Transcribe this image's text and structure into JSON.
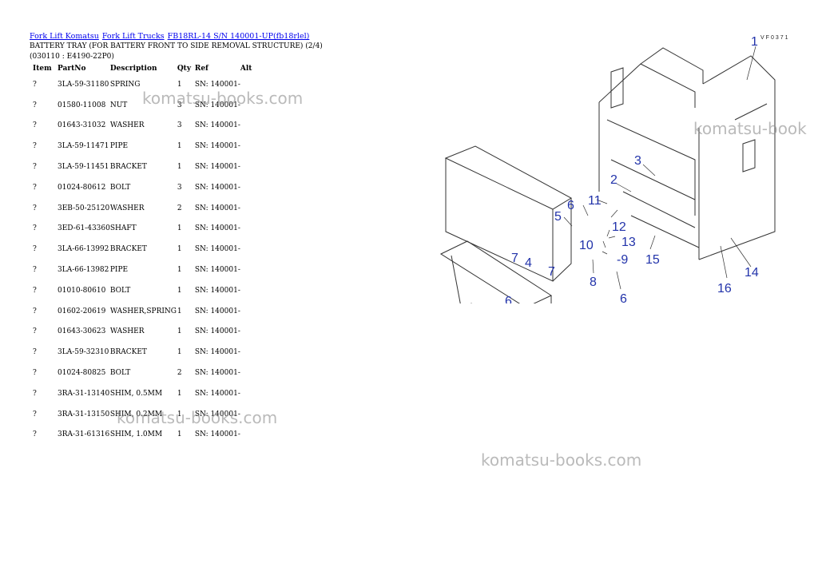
{
  "breadcrumb": {
    "link1": "Fork Lift Komatsu",
    "link2": "Fork Lift Trucks",
    "link3": "FB18RL-14 S/N 140001-UP(fb18rlel)"
  },
  "title": "BATTERY TRAY (FOR BATTERY FRONT TO SIDE REMOVAL STRUCTURE) (2/4)(030110 : E4190-22P0)",
  "table": {
    "headers": [
      "Item",
      "PartNo",
      "Description",
      "Qty",
      "Ref",
      "Alt"
    ],
    "rows": [
      {
        "item": "?",
        "part": "3LA-59-31180",
        "desc": "SPRING",
        "qty": "1",
        "ref": "SN: 140001-"
      },
      {
        "item": "?",
        "part": "01580-11008",
        "desc": "NUT",
        "qty": "3",
        "ref": "SN: 140001-"
      },
      {
        "item": "?",
        "part": "01643-31032",
        "desc": "WASHER",
        "qty": "3",
        "ref": "SN: 140001-"
      },
      {
        "item": "?",
        "part": "3LA-59-11471",
        "desc": "PIPE",
        "qty": "1",
        "ref": "SN: 140001-"
      },
      {
        "item": "?",
        "part": "3LA-59-11451",
        "desc": "BRACKET",
        "qty": "1",
        "ref": "SN: 140001-"
      },
      {
        "item": "?",
        "part": "01024-80612",
        "desc": "BOLT",
        "qty": "3",
        "ref": "SN: 140001-"
      },
      {
        "item": "?",
        "part": "3EB-50-25120",
        "desc": "WASHER",
        "qty": "2",
        "ref": "SN: 140001-"
      },
      {
        "item": "?",
        "part": "3ED-61-43360",
        "desc": "SHAFT",
        "qty": "1",
        "ref": "SN: 140001-"
      },
      {
        "item": "?",
        "part": "3LA-66-13992",
        "desc": "BRACKET",
        "qty": "1",
        "ref": "SN: 140001-"
      },
      {
        "item": "?",
        "part": "3LA-66-13982",
        "desc": "PIPE",
        "qty": "1",
        "ref": "SN: 140001-"
      },
      {
        "item": "?",
        "part": "01010-80610",
        "desc": "BOLT",
        "qty": "1",
        "ref": "SN: 140001-"
      },
      {
        "item": "?",
        "part": "01602-20619",
        "desc": "WASHER,SPRING",
        "qty": "1",
        "ref": "SN: 140001-"
      },
      {
        "item": "?",
        "part": "01643-30623",
        "desc": "WASHER",
        "qty": "1",
        "ref": "SN: 140001-"
      },
      {
        "item": "?",
        "part": "3LA-59-32310",
        "desc": "BRACKET",
        "qty": "1",
        "ref": "SN: 140001-"
      },
      {
        "item": "?",
        "part": "01024-80825",
        "desc": "BOLT",
        "qty": "2",
        "ref": "SN: 140001-"
      },
      {
        "item": "?",
        "part": "3RA-31-13140",
        "desc": "SHIM, 0.5MM",
        "qty": "1",
        "ref": "SN: 140001-"
      },
      {
        "item": "?",
        "part": "3RA-31-13150",
        "desc": "SHIM, 0.2MM",
        "qty": "1",
        "ref": "SN: 140001-"
      },
      {
        "item": "?",
        "part": "3RA-31-61316",
        "desc": "SHIM, 1.0MM",
        "qty": "1",
        "ref": "SN: 140001-"
      }
    ]
  },
  "watermarks": {
    "w1": "komatsu-books.com",
    "w2": "komatsu-book",
    "w3": "komatsu-books.com",
    "w4": "komatsu-books.com"
  },
  "diagram": {
    "code": "VF0371",
    "refs": [
      "1",
      "2",
      "3",
      "4",
      "5",
      "6",
      "6",
      "6",
      "7",
      "7",
      "8",
      "-9",
      "10",
      "11",
      "12",
      "13",
      "14",
      "15",
      "16"
    ],
    "line_color": "#333333",
    "label_color": "#2233aa"
  }
}
